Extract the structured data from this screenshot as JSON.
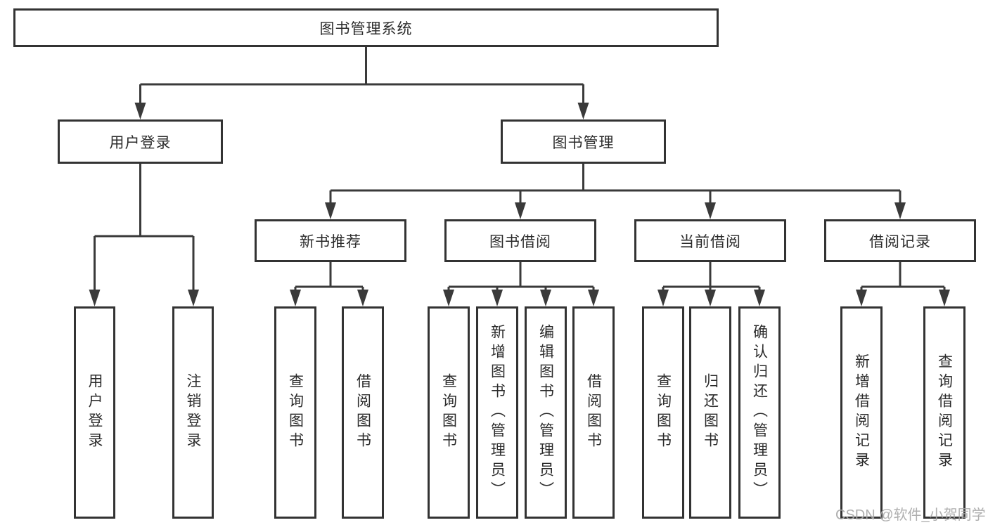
{
  "diagram": {
    "title": "图书管理系统",
    "root": {
      "label": "图书管理系统"
    },
    "level2": [
      {
        "label": "用户登录",
        "parent": "图书管理系统"
      },
      {
        "label": "图书管理",
        "parent": "图书管理系统"
      }
    ],
    "level3": [
      {
        "label": "新书推荐",
        "parent": "图书管理"
      },
      {
        "label": "图书借阅",
        "parent": "图书管理"
      },
      {
        "label": "当前借阅",
        "parent": "图书管理"
      },
      {
        "label": "借阅记录",
        "parent": "图书管理"
      }
    ],
    "leaves": [
      {
        "label": "用户登录",
        "parent": "用户登录"
      },
      {
        "label": "注销登录",
        "parent": "用户登录"
      },
      {
        "label": "查询图书",
        "parent": "新书推荐"
      },
      {
        "label": "借阅图书",
        "parent": "新书推荐"
      },
      {
        "label": "查询图书",
        "parent": "图书借阅"
      },
      {
        "label": "新增图书（管理员）",
        "parent": "图书借阅"
      },
      {
        "label": "编辑图书（管理员）",
        "parent": "图书借阅"
      },
      {
        "label": "借阅图书",
        "parent": "图书借阅"
      },
      {
        "label": "查询图书",
        "parent": "当前借阅"
      },
      {
        "label": "归还图书",
        "parent": "当前借阅"
      },
      {
        "label": "确认归还（管理员）",
        "parent": "当前借阅"
      },
      {
        "label": "新增借阅记录",
        "parent": "借阅记录"
      },
      {
        "label": "查询借阅记录",
        "parent": "借阅记录"
      }
    ]
  },
  "watermark": {
    "text": "CSDN @软件_小贺同学"
  },
  "colors": {
    "background": "#ffffff",
    "box_border": "#333333",
    "line": "#3a3a3a",
    "text": "#2b2b2b",
    "watermark": "#a8a8a8"
  }
}
